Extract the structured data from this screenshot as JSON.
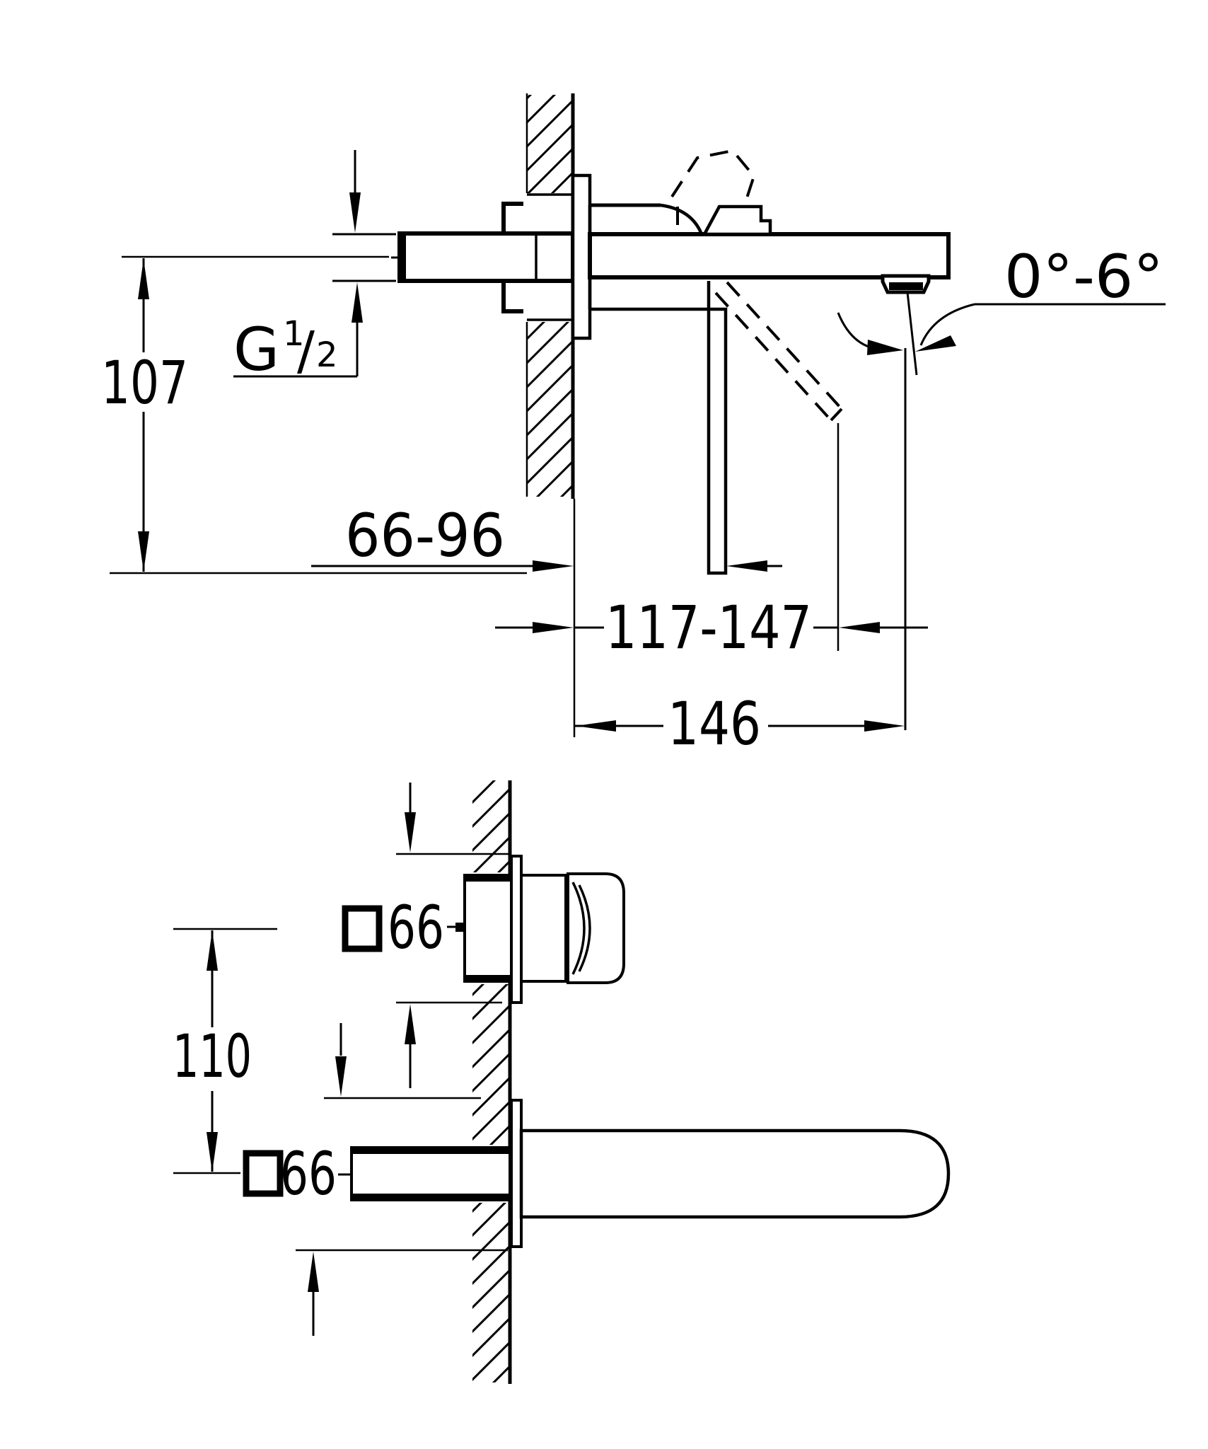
{
  "page": {
    "background": "#ffffff",
    "line_color": "#000000"
  },
  "side_view": {
    "dims": {
      "height_axis_to_lever": "107",
      "inlet_depth_range": "66-96",
      "lever_open_depth_range": "117-147",
      "spout_reach": "146",
      "spout_angle_range": "0°-6°"
    },
    "thread": {
      "g": "G",
      "numerator": "1",
      "slash": "/",
      "denominator": "2"
    }
  },
  "plan_view": {
    "dims": {
      "handle_escutcheon_square": "66",
      "spout_escutcheon_square": "66",
      "center_distance": "110"
    }
  }
}
